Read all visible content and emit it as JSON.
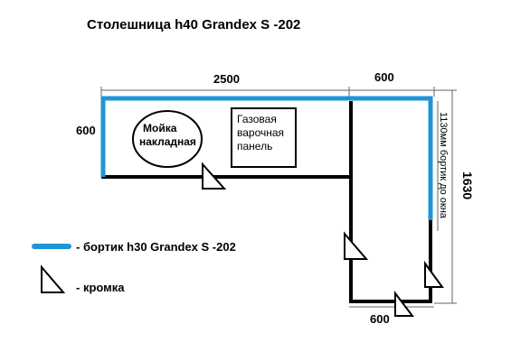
{
  "title": "Столешница h40 Grandex S -202",
  "dimensions": {
    "top_left_length": "2500",
    "top_right_width": "600",
    "left_depth": "600",
    "total_height": "1630",
    "backsplash_length": "1130мм бортик до окна",
    "bottom_width": "600"
  },
  "elements": {
    "sink": {
      "line1": "Мойка",
      "line2": "накладная"
    },
    "hob": {
      "line1": "Газовая",
      "line2": "варочная",
      "line3": "панель"
    }
  },
  "legend": {
    "backsplash": {
      "label": "- бортик h30 Grandex S -202",
      "color": "#1e96d6"
    },
    "edge": {
      "label": "- кромка"
    }
  },
  "colors": {
    "outline": "#000000",
    "backsplash": "#1e96d6"
  }
}
